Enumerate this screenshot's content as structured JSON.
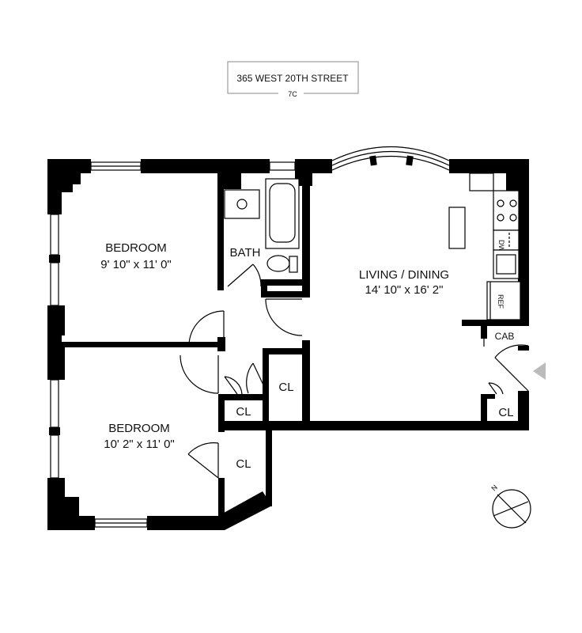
{
  "header": {
    "address": "365 WEST 20TH STREET",
    "unit": "7C"
  },
  "rooms": {
    "bedroom1": {
      "name": "BEDROOM",
      "dimensions": "9' 10\" x 11' 0\""
    },
    "bedroom2": {
      "name": "BEDROOM",
      "dimensions": "10' 2\" x 11' 0\""
    },
    "living": {
      "name": "LIVING / DINING",
      "dimensions": "14' 10\" x 16' 2\""
    },
    "bath": {
      "name": "BATH"
    }
  },
  "closets": {
    "cab": "CAB",
    "cl_center_right": "CL",
    "cl_center_left": "CL",
    "cl_bedroom2": "CL",
    "cl_entry": "CL"
  },
  "appliances": {
    "dishwasher": "DW",
    "refrigerator": "REF"
  },
  "compass": {
    "label": "N"
  },
  "colors": {
    "wall": "#000000",
    "background": "#ffffff",
    "entry_arrow": "#bbbbbb"
  }
}
